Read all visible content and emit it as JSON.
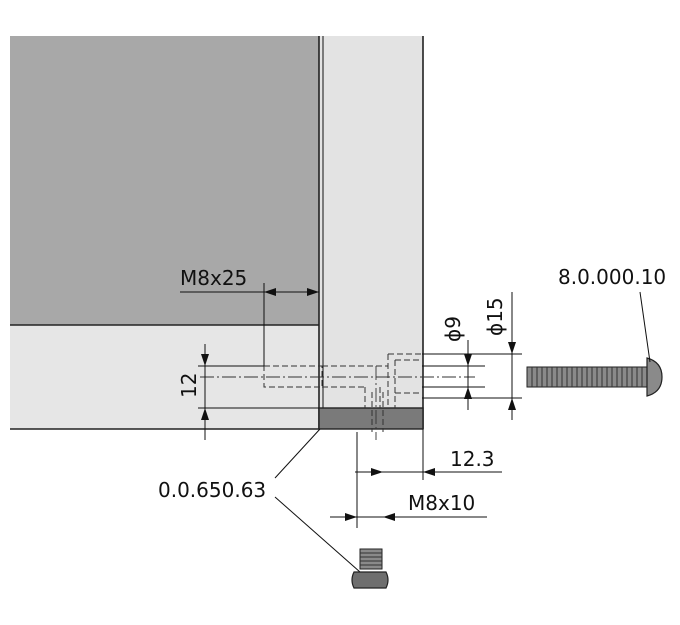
{
  "labels": {
    "screw_m8x25": "M8x25",
    "bolt_part_number": "8.0.000.10",
    "dia_9": "ϕ9",
    "dia_15": "ϕ15",
    "dim_12": "12",
    "dim_12_3": "12.3",
    "part_number_plate": "0.0.650.63",
    "screw_m8x10": "M8x10"
  },
  "colors": {
    "panel_dark": "#a8a8a8",
    "panel_light": "#e6e6e6",
    "profile": "#e3e3e3",
    "plate": "#7a7a7a",
    "bolt": "#8a8a8a"
  }
}
